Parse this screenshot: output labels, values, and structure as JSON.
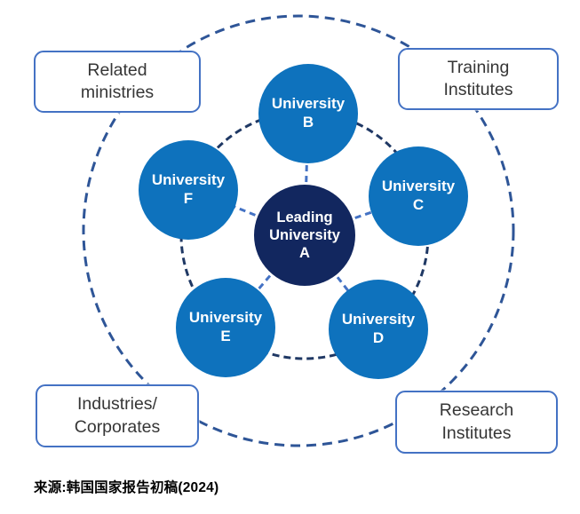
{
  "diagram": {
    "center_node": {
      "line1": "Leading",
      "line2": "University",
      "line3": "A"
    },
    "satellite_nodes": [
      {
        "id": "university-b",
        "name": "University",
        "letter": "B"
      },
      {
        "id": "university-c",
        "name": "University",
        "letter": "C"
      },
      {
        "id": "university-d",
        "name": "University",
        "letter": "D"
      },
      {
        "id": "university-e",
        "name": "University",
        "letter": "E"
      },
      {
        "id": "university-f",
        "name": "University",
        "letter": "F"
      }
    ],
    "outer_boxes": [
      {
        "id": "related-ministries",
        "text": "Related\nministries"
      },
      {
        "id": "training-institutes",
        "text": "Training\nInstitutes"
      },
      {
        "id": "industries-corporates",
        "text": "Industries/\nCorporates"
      },
      {
        "id": "research-institutes",
        "text": "Research\nInstitutes"
      }
    ],
    "colors": {
      "satellite_fill": "#0e72bd",
      "center_fill": "#12275f",
      "box_border": "#4472c4",
      "outer_ring": "#2e5597",
      "inner_ring": "#1f3864",
      "spoke": "#4472c4",
      "box_text": "#363636",
      "source_text": "#000000"
    }
  },
  "source_note": "来源:韩国国家报告初稿(2024)"
}
